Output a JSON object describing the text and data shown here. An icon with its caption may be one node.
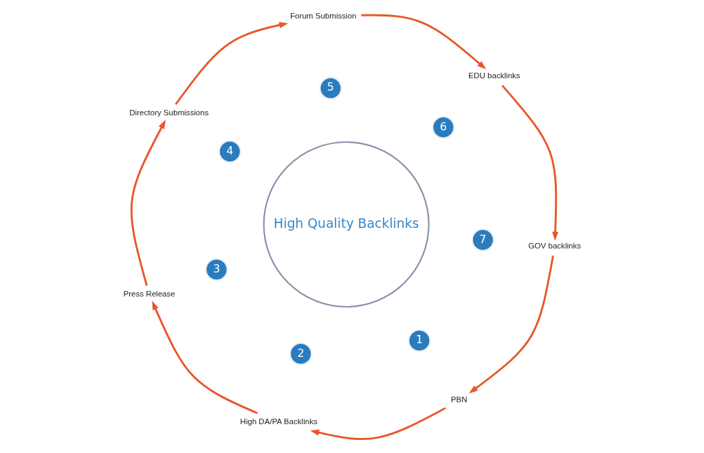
{
  "diagram": {
    "nodes": [
      {
        "text": [
          "High Quality Backlinks"
        ]
      },
      {
        "text": [
          "1"
        ]
      },
      {
        "text": [
          "2"
        ]
      },
      {
        "text": [
          "3"
        ]
      },
      {
        "text": [
          "4"
        ]
      },
      {
        "text": [
          "5"
        ]
      },
      {
        "text": [
          "6"
        ]
      },
      {
        "text": [
          "7"
        ]
      },
      {
        "text": [
          "PBN"
        ]
      },
      {
        "text": [
          "High DA/PA Backlinks"
        ]
      },
      {
        "text": [
          "Press Release"
        ]
      },
      {
        "text": [
          "Directory Submissions"
        ]
      },
      {
        "text": [
          "Forum Submission"
        ]
      },
      {
        "text": [
          "EDU backlinks"
        ]
      },
      {
        "text": [
          "GOV backlinks"
        ]
      }
    ],
    "edges": [
      {
        "from": 8,
        "to": 9,
        "arrow": "to"
      },
      {
        "from": 9,
        "to": 10,
        "arrow": "to"
      },
      {
        "from": 10,
        "to": 11,
        "arrow": "to"
      },
      {
        "from": 11,
        "to": 12,
        "arrow": "to"
      },
      {
        "from": 12,
        "to": 13,
        "arrow": "to"
      },
      {
        "from": 13,
        "to": 14,
        "arrow": "to"
      },
      {
        "from": 14,
        "to": 8,
        "arrow": "to"
      }
    ]
  }
}
